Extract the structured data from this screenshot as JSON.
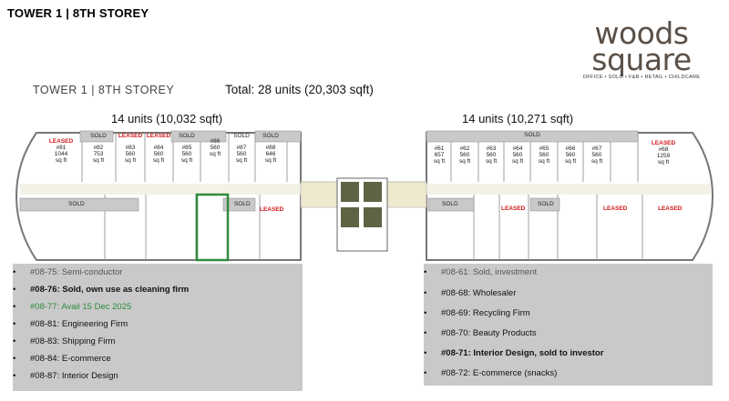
{
  "header": {
    "title": "TOWER 1 | 8TH STOREY"
  },
  "logo": {
    "line1": "woods",
    "line2": "square",
    "tagline": "OFFICE • SOLO • F&B • RETAIL • CHILDCARE"
  },
  "plan": {
    "title": "TOWER 1 | 8TH STOREY",
    "total": "Total: 28 units (20,303 sqft)",
    "left_wing": "14 units (10,032 sqft)",
    "right_wing": "14 units (10,271 sqft)",
    "left_units": [
      {
        "status": "LEASED",
        "no": "#81",
        "size": "1044",
        "unit": "sq ft"
      },
      {
        "status": "SOLD",
        "no": "#82",
        "size": "753",
        "unit": "sq ft"
      },
      {
        "status": "LEASED",
        "no": "#83",
        "size": "560",
        "unit": "sq ft"
      },
      {
        "status": "LEASED",
        "no": "#84",
        "size": "560",
        "unit": "sq ft"
      },
      {
        "status": "SOLD",
        "no": "#85",
        "size": "560",
        "unit": "sq ft"
      },
      {
        "status": "",
        "no": "#86",
        "size": "560",
        "unit": "sq ft"
      },
      {
        "status": "SOLD",
        "no": "#87",
        "size": "560",
        "unit": "sq ft"
      },
      {
        "status": "SOLD",
        "no": "#88",
        "size": "646",
        "unit": "sq ft"
      }
    ],
    "right_units": [
      {
        "status": "",
        "no": "#61",
        "size": "657",
        "unit": "sq ft"
      },
      {
        "status": "",
        "no": "#62",
        "size": "560",
        "unit": "sq ft"
      },
      {
        "status": "",
        "no": "#63",
        "size": "560",
        "unit": "sq ft"
      },
      {
        "status": "",
        "no": "#64",
        "size": "560",
        "unit": "sq ft"
      },
      {
        "status": "",
        "no": "#65",
        "size": "560",
        "unit": "sq ft"
      },
      {
        "status": "",
        "no": "#66",
        "size": "560",
        "unit": "sq ft"
      },
      {
        "status": "",
        "no": "#67",
        "size": "560",
        "unit": "sq ft"
      },
      {
        "status": "LEASED",
        "no": "#68",
        "size": "1259",
        "unit": "sq ft"
      }
    ],
    "left_bottom_tags": [
      "SOLD",
      "SOLD",
      "LEASED"
    ],
    "right_bottom_tags": [
      "SOLD",
      "LEASED",
      "SOLD",
      "LEASED",
      "LEASED"
    ],
    "sold_top_bar": "SOLD"
  },
  "left_list": [
    {
      "text": "#08-75: Semi-conductor",
      "style": "strike"
    },
    {
      "text": "#08-76: Sold, own use as cleaning firm",
      "style": "bold"
    },
    {
      "text": "#08-77: Avail 15 Dec 2025",
      "style": "green"
    },
    {
      "text": "#08-81: Engineering Firm",
      "style": "normal"
    },
    {
      "text": "#08-83: Shipping Firm",
      "style": "normal"
    },
    {
      "text": "#08-84: E-commerce",
      "style": "normal"
    },
    {
      "text": "#08-87: Interior Design",
      "style": "normal"
    }
  ],
  "right_list": [
    {
      "text": "#08-61: Sold, investment",
      "style": "strike"
    },
    {
      "text": "#08-68: Wholesaler",
      "style": "normal"
    },
    {
      "text": "#08-69: Recycling Firm",
      "style": "normal"
    },
    {
      "text": "#08-70: Beauty Products",
      "style": "normal"
    },
    {
      "text": "#08-71: Interior Design, sold to investor",
      "style": "bold"
    },
    {
      "text": "#08-72: E-commerce (snacks)",
      "style": "normal"
    }
  ],
  "bullet": "•",
  "colors": {
    "sold_bar": "#c9c9c9",
    "leased_text": "#d01818",
    "panel": "#c9c9c9",
    "highlight_green": "#2e8b3a",
    "core": "#6b7350"
  }
}
